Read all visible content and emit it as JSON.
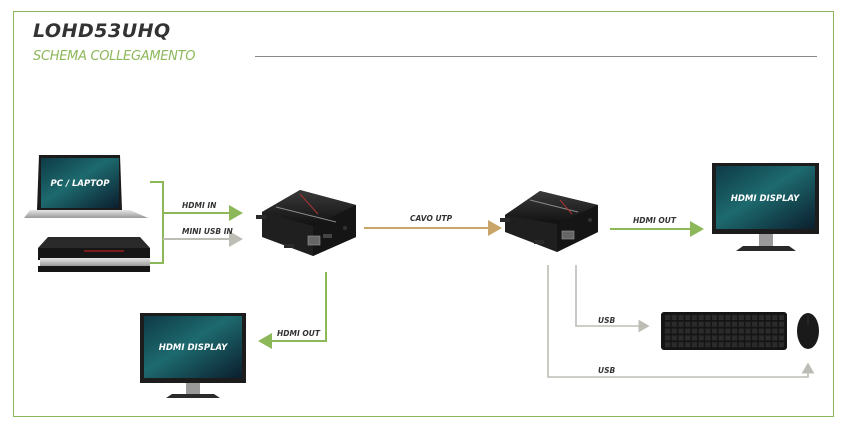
{
  "header": {
    "title": "LOHD53UHQ",
    "subtitle": "SCHEMA COLLEGAMENTO"
  },
  "colors": {
    "accent_green": "#8cb85a",
    "utp_tan": "#c9a56a",
    "usb_gray": "#bdbdb5",
    "title_dark": "#333333"
  },
  "devices": {
    "laptop": {
      "icon": "laptop-icon",
      "screen_label": "PC / LAPTOP"
    },
    "dvr": {
      "icon": "media-player-icon"
    },
    "transmitter": {
      "icon": "hdmi-extender-transmitter-icon"
    },
    "receiver": {
      "icon": "hdmi-extender-receiver-icon"
    },
    "display_right": {
      "icon": "monitor-icon",
      "screen_label": "HDMI DISPLAY"
    },
    "display_left": {
      "icon": "monitor-icon",
      "screen_label": "HDMI DISPLAY"
    },
    "keyboard": {
      "icon": "keyboard-icon"
    },
    "mouse": {
      "icon": "mouse-icon"
    }
  },
  "connections": {
    "hdmi_in": "HDMI IN",
    "mini_usb_in": "MINI USB IN",
    "cavo_utp": "CAVO UTP",
    "hdmi_out_right": "HDMI OUT",
    "hdmi_out_left": "HDMI OUT",
    "usb_keyboard": "USB",
    "usb_mouse": "USB"
  }
}
